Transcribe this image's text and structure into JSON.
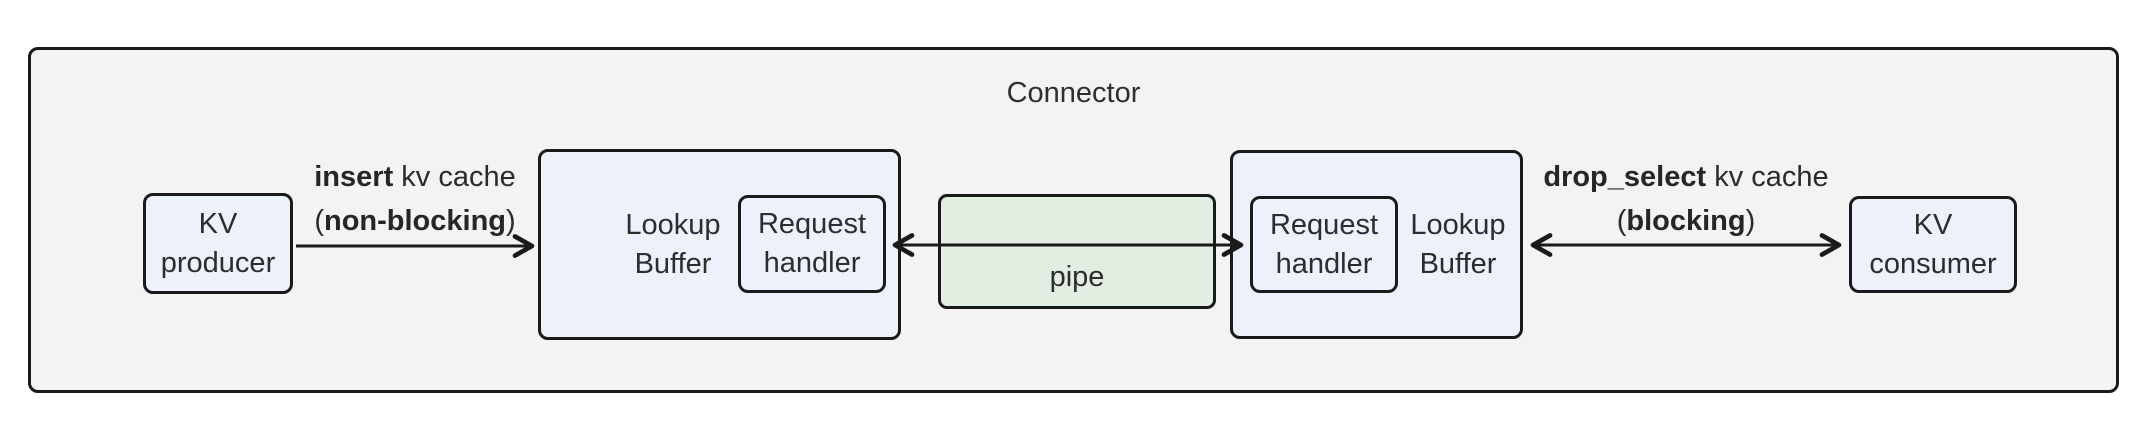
{
  "diagram": {
    "title": "Connector",
    "nodes": {
      "kv_producer": {
        "line1": "KV",
        "line2": "producer"
      },
      "lookup_buffer_left": {
        "line1": "Lookup",
        "line2": "Buffer"
      },
      "request_handler_left": {
        "line1": "Request",
        "line2": "handler"
      },
      "pipe": {
        "label": "pipe"
      },
      "request_handler_right": {
        "line1": "Request",
        "line2": "handler"
      },
      "lookup_buffer_right": {
        "line1": "Lookup",
        "line2": "Buffer"
      },
      "kv_consumer": {
        "line1": "KV",
        "line2": "consumer"
      }
    },
    "edges": {
      "insert": {
        "op": "insert",
        "rest": " kv cache",
        "mode_open": "(",
        "mode": "non-blocking",
        "mode_close": ")",
        "direction": "one-way"
      },
      "drop_select": {
        "op": "drop_select",
        "rest": " kv cache",
        "mode_open": "(",
        "mode": "blocking",
        "mode_close": ")",
        "direction": "two-way"
      },
      "pipe_link": {
        "direction": "two-way"
      }
    },
    "colors": {
      "node_fill": "#edf1fb",
      "pipe_fill": "#e3eee3",
      "container_fill": "#f2f3f2",
      "stroke": "#1a1a1a",
      "text": "#2d2d2d"
    }
  }
}
